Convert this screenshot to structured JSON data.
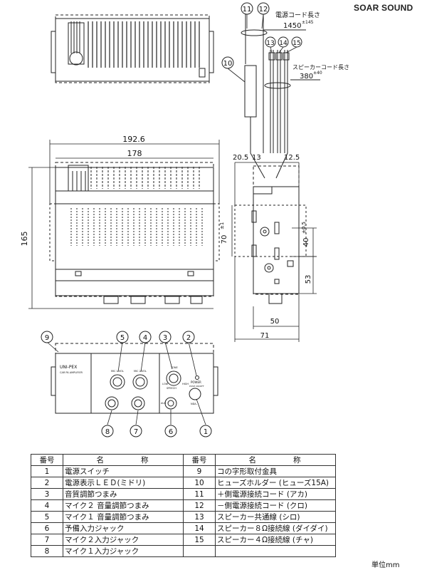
{
  "brand": "SOAR SOUND",
  "unit_label": "単位mm",
  "cords": {
    "power_cord_label": "電源コード長さ",
    "power_cord_value": "1450",
    "power_cord_tol": "±145",
    "speaker_cord_label": "スピーカーコード長さ",
    "speaker_cord_value": "380",
    "speaker_cord_tol": "±40"
  },
  "dimensions": {
    "overall_width": "192.6",
    "inner_width": "178",
    "height": "165",
    "side_left_offset": "20.5",
    "side_left_offset2": "13",
    "side_right_offset": "12.5",
    "hole_pitch": "70",
    "hole_pitch_tol": "±1",
    "hole_spacing": "40",
    "hole_spacing_tol": "±0.5",
    "side_bottom": "53",
    "depth_inner": "50",
    "depth_overall": "71"
  },
  "front_panel": {
    "model": "UNI-PEX",
    "sub": "CAR PA AMPLIFIER",
    "mic2_vol": "MIC 2 VOL",
    "mic1_vol": "MIC 1 VOL",
    "tone": "TONE",
    "power": "POWER",
    "push": "PUSH ON/OFF",
    "low": "LOW",
    "high": "HIGH",
    "spk": "SPEECH",
    "unit_label": "AUX",
    "brand_small": "NDA-"
  },
  "callouts": [
    "1",
    "2",
    "3",
    "4",
    "5",
    "6",
    "7",
    "8",
    "9",
    "10",
    "11",
    "12",
    "13",
    "14",
    "15"
  ],
  "table": {
    "head_no": "番号",
    "head_name": "名　　　　称",
    "left_rows": [
      {
        "no": "1",
        "name": "電源スイッチ"
      },
      {
        "no": "2",
        "name": "電源表示ＬＥＤ(ミドリ)"
      },
      {
        "no": "3",
        "name": "音質調節つまみ"
      },
      {
        "no": "4",
        "name": "マイク２ 音量調節つまみ"
      },
      {
        "no": "5",
        "name": "マイク１ 音量調節つまみ"
      },
      {
        "no": "6",
        "name": "予備入力ジャック"
      },
      {
        "no": "7",
        "name": "マイク２入力ジャック"
      },
      {
        "no": "8",
        "name": "マイク１入力ジャック"
      }
    ],
    "right_rows": [
      {
        "no": "9",
        "name": "コの字形取付金具"
      },
      {
        "no": "10",
        "name": "ヒューズホルダー (ヒューズ15A)"
      },
      {
        "no": "11",
        "name": "＋側電源接続コード (アカ)"
      },
      {
        "no": "12",
        "name": "－側電源接続コード (クロ)"
      },
      {
        "no": "13",
        "name": "スピーカー共通線 (シロ)"
      },
      {
        "no": "14",
        "name": "スピーカー８Ω接続線 (ダイダイ)"
      },
      {
        "no": "15",
        "name": "スピーカー４Ω接続線 (チャ)"
      },
      {
        "no": "",
        "name": ""
      }
    ]
  }
}
